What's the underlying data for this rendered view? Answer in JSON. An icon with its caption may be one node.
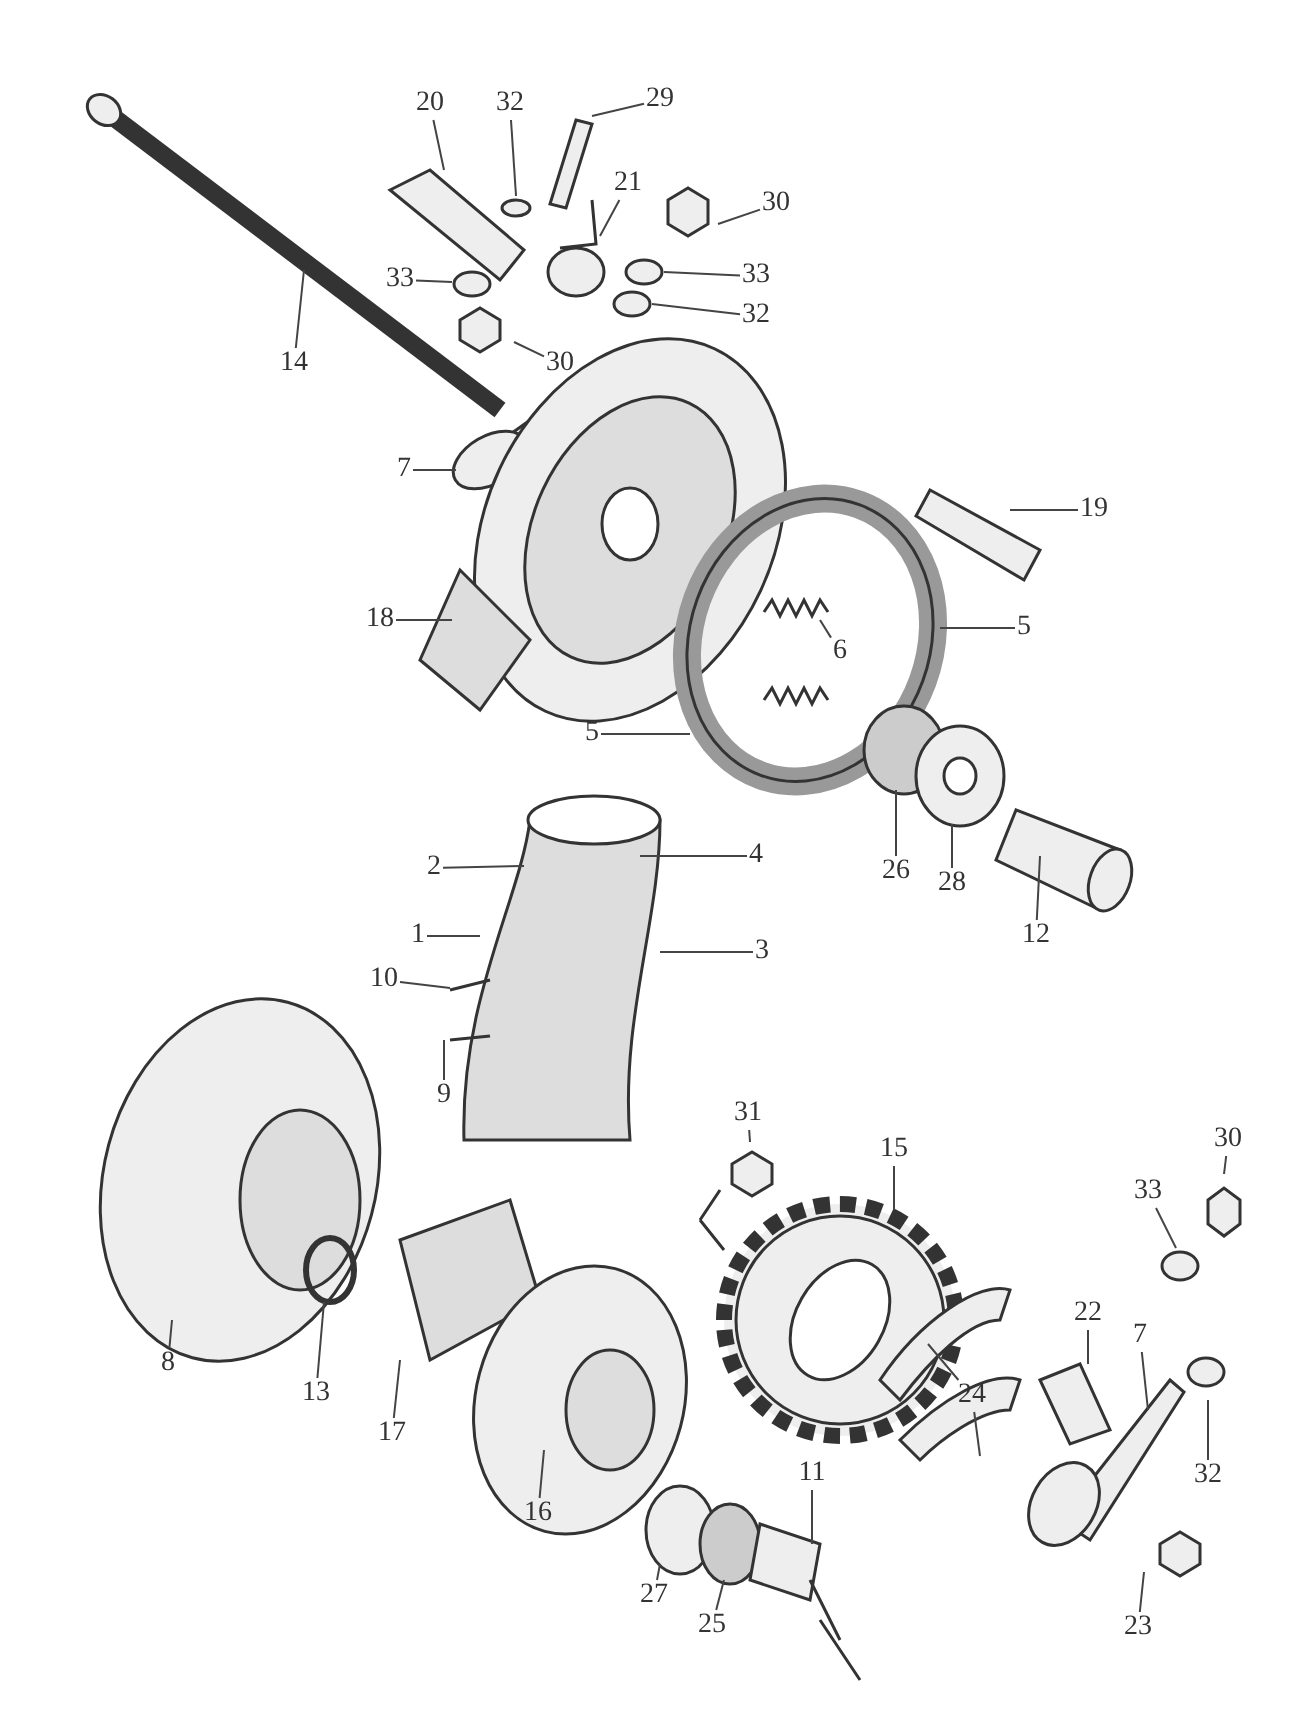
{
  "diagram": {
    "nodes": [
      {
        "text": [
          "20"
        ]
      },
      {
        "text": [
          "32"
        ]
      },
      {
        "text": [
          "29"
        ]
      },
      {
        "text": [
          "21"
        ]
      },
      {
        "text": [
          "30"
        ]
      },
      {
        "text": [
          "33"
        ]
      },
      {
        "text": [
          "33"
        ]
      },
      {
        "text": [
          "32"
        ]
      },
      {
        "text": [
          "30"
        ]
      },
      {
        "text": [
          "14"
        ]
      },
      {
        "text": [
          "7"
        ]
      },
      {
        "text": [
          "19"
        ]
      },
      {
        "text": [
          "18"
        ]
      },
      {
        "text": [
          "5"
        ]
      },
      {
        "text": [
          "6"
        ]
      },
      {
        "text": [
          "5"
        ]
      },
      {
        "text": [
          "4"
        ]
      },
      {
        "text": [
          "2"
        ]
      },
      {
        "text": [
          "26"
        ]
      },
      {
        "text": [
          "28"
        ]
      },
      {
        "text": [
          "12"
        ]
      },
      {
        "text": [
          "1"
        ]
      },
      {
        "text": [
          "3"
        ]
      },
      {
        "text": [
          "10"
        ]
      },
      {
        "text": [
          "9"
        ]
      },
      {
        "text": [
          "31"
        ]
      },
      {
        "text": [
          "15"
        ]
      },
      {
        "text": [
          "30"
        ]
      },
      {
        "text": [
          "33"
        ]
      },
      {
        "text": [
          "22"
        ]
      },
      {
        "text": [
          "7"
        ]
      },
      {
        "text": [
          "8"
        ]
      },
      {
        "text": [
          "13"
        ]
      },
      {
        "text": [
          "17"
        ]
      },
      {
        "text": [
          "24"
        ]
      },
      {
        "text": [
          "11"
        ]
      },
      {
        "text": [
          "32"
        ]
      },
      {
        "text": [
          "16"
        ]
      },
      {
        "text": [
          "27"
        ]
      },
      {
        "text": [
          "25"
        ]
      },
      {
        "text": [
          "23"
        ]
      }
    ],
    "edges": [
      {
        "from": 0,
        "to": null,
        "arrow": "none"
      },
      {
        "from": 1,
        "to": null,
        "arrow": "none"
      },
      {
        "from": 2,
        "to": null,
        "arrow": "none"
      },
      {
        "from": 3,
        "to": null,
        "arrow": "none"
      },
      {
        "from": 4,
        "to": null,
        "arrow": "none"
      },
      {
        "from": 5,
        "to": null,
        "arrow": "none"
      },
      {
        "from": 6,
        "to": null,
        "arrow": "none"
      },
      {
        "from": 7,
        "to": null,
        "arrow": "none"
      },
      {
        "from": 8,
        "to": null,
        "arrow": "none"
      },
      {
        "from": 9,
        "to": null,
        "arrow": "none"
      },
      {
        "from": 10,
        "to": null,
        "arrow": "none"
      },
      {
        "from": 11,
        "to": null,
        "arrow": "none"
      },
      {
        "from": 12,
        "to": null,
        "arrow": "none"
      },
      {
        "from": 13,
        "to": null,
        "arrow": "none"
      },
      {
        "from": 14,
        "to": null,
        "arrow": "none"
      },
      {
        "from": 15,
        "to": null,
        "arrow": "none"
      },
      {
        "from": 16,
        "to": null,
        "arrow": "none"
      },
      {
        "from": 17,
        "to": null,
        "arrow": "none"
      },
      {
        "from": 18,
        "to": null,
        "arrow": "none"
      },
      {
        "from": 19,
        "to": null,
        "arrow": "none"
      },
      {
        "from": 20,
        "to": null,
        "arrow": "none"
      },
      {
        "from": 21,
        "to": null,
        "arrow": "none"
      },
      {
        "from": 22,
        "to": null,
        "arrow": "none"
      },
      {
        "from": 23,
        "to": null,
        "arrow": "none"
      },
      {
        "from": 24,
        "to": null,
        "arrow": "none"
      },
      {
        "from": 25,
        "to": null,
        "arrow": "none"
      },
      {
        "from": 26,
        "to": null,
        "arrow": "none"
      },
      {
        "from": 27,
        "to": null,
        "arrow": "none"
      },
      {
        "from": 28,
        "to": null,
        "arrow": "none"
      },
      {
        "from": 29,
        "to": null,
        "arrow": "none"
      },
      {
        "from": 30,
        "to": null,
        "arrow": "none"
      },
      {
        "from": 31,
        "to": null,
        "arrow": "none"
      },
      {
        "from": 32,
        "to": null,
        "arrow": "none"
      },
      {
        "from": 33,
        "to": null,
        "arrow": "none"
      },
      {
        "from": 34,
        "to": null,
        "arrow": "none"
      },
      {
        "from": 34,
        "to": null,
        "arrow": "none"
      },
      {
        "from": 35,
        "to": null,
        "arrow": "none"
      },
      {
        "from": 36,
        "to": null,
        "arrow": "none"
      },
      {
        "from": 37,
        "to": null,
        "arrow": "none"
      },
      {
        "from": 38,
        "to": null,
        "arrow": "none"
      },
      {
        "from": 39,
        "to": null,
        "arrow": "none"
      },
      {
        "from": 40,
        "to": null,
        "arrow": "none"
      }
    ]
  }
}
